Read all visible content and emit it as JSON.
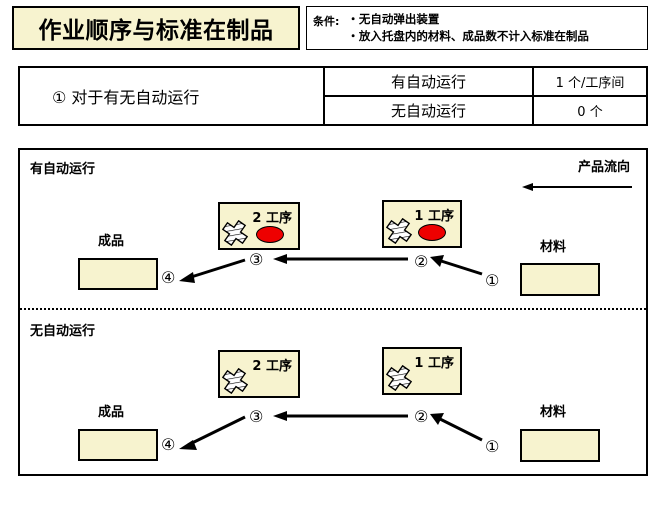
{
  "header": {
    "title": "作业顺序与标准在制品",
    "condition_label": "条件:",
    "conditions": [
      "・无自动弹出装置",
      "・放入托盘内的材料、成品数不计入标准在制品"
    ]
  },
  "spec_table": {
    "row_label": "① 对于有无自动运行",
    "rows": [
      {
        "condition": "有自动运行",
        "value": "1 个/工序间"
      },
      {
        "condition": "无自动运行",
        "value": "0 个"
      }
    ]
  },
  "diagram": {
    "flow_label": "产品流向",
    "panels": [
      {
        "label": "有自动运行",
        "has_lamp": true,
        "stations": [
          {
            "title": "2 工序"
          },
          {
            "title": "1 工序"
          }
        ],
        "finished_label": "成品",
        "material_label": "材料",
        "steps": [
          "①",
          "②",
          "③",
          "④"
        ]
      },
      {
        "label": "无自动运行",
        "has_lamp": false,
        "stations": [
          {
            "title": "2 工序"
          },
          {
            "title": "1 工序"
          }
        ],
        "finished_label": "成品",
        "material_label": "材料",
        "steps": [
          "①",
          "②",
          "③",
          "④"
        ]
      }
    ]
  },
  "colors": {
    "panel_fill": "#f7f3cf",
    "lamp": "#ee0000",
    "line": "#000000",
    "background": "#ffffff"
  }
}
